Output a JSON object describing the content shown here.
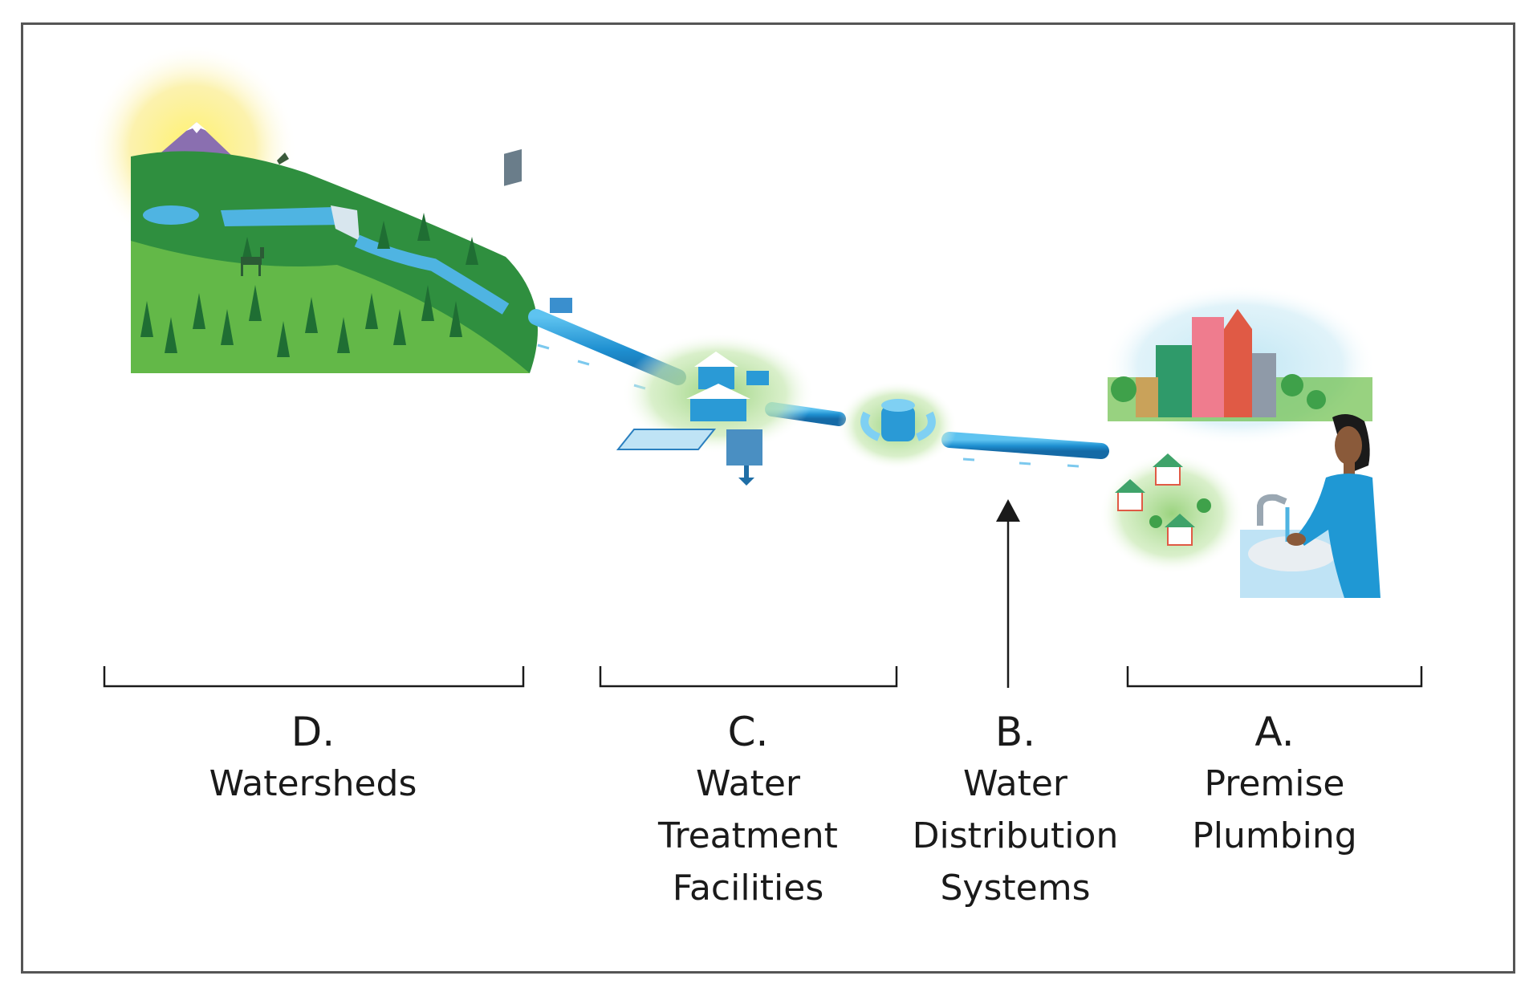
{
  "stages": [
    {
      "id": "D",
      "letter": "D.",
      "name": "Watersheds"
    },
    {
      "id": "C",
      "letter": "C.",
      "name": "Water\nTreatment\nFacilities"
    },
    {
      "id": "B",
      "letter": "B.",
      "name": "Water\nDistribution\nSystems"
    },
    {
      "id": "A",
      "letter": "A.",
      "name": "Premise\nPlumbing"
    }
  ],
  "colors": {
    "frame": "#555555",
    "water": "#2a9ad6",
    "forest": "#2f8f3f",
    "grass": "#6cbf4a",
    "sun": "#f7e85a",
    "mountain": "#8a6fb0",
    "sky": "#c9e8f3",
    "building_red": "#e05a45",
    "building_pink": "#ef7c8e",
    "person_shirt": "#1f98d4",
    "text": "#1a1a1a"
  }
}
